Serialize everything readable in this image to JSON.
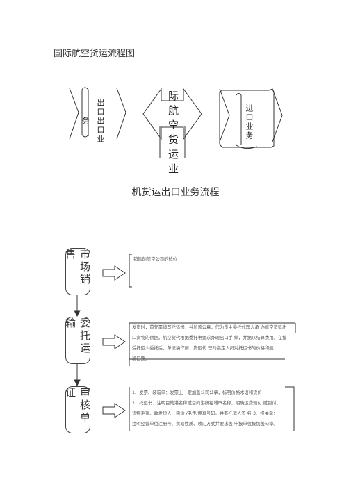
{
  "page": {
    "title": "国际航空货运流程图",
    "subtitle": "机货运出口业务流程"
  },
  "top_flow": {
    "left_label_main": "出口出口业",
    "left_label_side": "务",
    "center_label": "际航空货运业",
    "right_label": "进口业务"
  },
  "steps": [
    {
      "label": "市场销售",
      "text_lines": [
        "销售的航空公司的舱位"
      ]
    },
    {
      "label": "委托运输",
      "text_lines": [
        "发货时，首先需填写托运书，并加盖公章，作为货主委托代理人承  办航空货运出",
        "口货物的依据。航空货代根据委托书要求办理出口手  续，并据以结算费用。在接",
        "受托运人委托后，单证操作前，货运代  理的指定人员对托运书的价格和航",
        "班日期。"
      ]
    },
    {
      "label": "审核单证",
      "text_lines": [
        "1、发票、装箱单：发票上一定加盖公司公章，标明价格术语和货价",
        "2、托运书：注明目的港名称或目的港所在城市名称，明确运费预付  或到付、",
        "货物毛重、收发货人、电话 /电传/传真号码。并有托运人签  名 3、报关单：",
        "注明经营单位注册号、贸易性质、收汇方式并要求盖  申报单位报加盖公章。"
      ]
    }
  ]
}
